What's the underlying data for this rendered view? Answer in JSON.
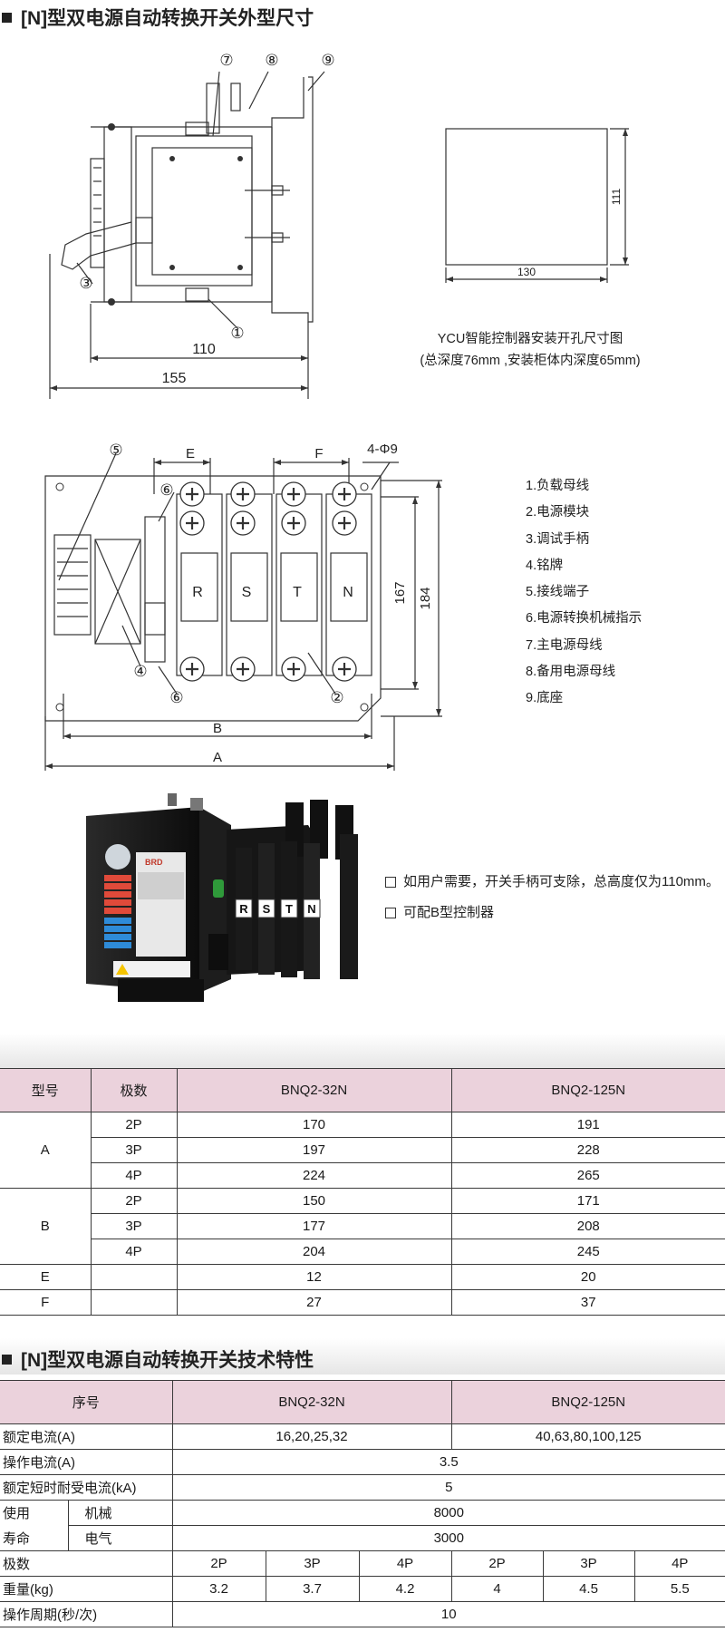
{
  "section1": {
    "title": "[N]型双电源自动转换开关外型尺寸"
  },
  "side_view": {
    "callouts": [
      "⑦",
      "⑧",
      "⑨",
      "③",
      "①"
    ],
    "dims": [
      "110",
      "155"
    ]
  },
  "cutout": {
    "dim_width": "130",
    "dim_height": "111",
    "caption_line1": "YCU智能控制器安装开孔尺寸图",
    "caption_line2": "(总深度76mm ,安装柜体内深度65mm)"
  },
  "front_view": {
    "dims": [
      "E",
      "F",
      "4-Φ9",
      "167",
      "184",
      "B",
      "A"
    ],
    "pole_labels": [
      "R",
      "S",
      "T",
      "N"
    ],
    "callouts": [
      "⑤",
      "⑥",
      "④",
      "⑥",
      "②"
    ]
  },
  "legend": [
    "1.负载母线",
    "2.电源模块",
    "3.调试手柄",
    "4.铭牌",
    "5.接线端子",
    "6.电源转换机械指示",
    "7.主电源母线",
    "8.备用电源母线",
    "9.底座"
  ],
  "photo": {
    "brand": "BRD",
    "pole_labels": [
      "R",
      "S",
      "T",
      "N"
    ]
  },
  "notes": [
    "如用户需要，开关手柄可支除，总高度仅为110mm。",
    "可配B型控制器"
  ],
  "dim_table": {
    "headers": [
      "型号",
      "极数",
      "BNQ2-32N",
      "BNQ2-125N"
    ],
    "groups": [
      {
        "label": "A",
        "rows": [
          {
            "pole": "2P",
            "v32": "170",
            "v125": "191"
          },
          {
            "pole": "3P",
            "v32": "197",
            "v125": "228"
          },
          {
            "pole": "4P",
            "v32": "224",
            "v125": "265"
          }
        ]
      },
      {
        "label": "B",
        "rows": [
          {
            "pole": "2P",
            "v32": "150",
            "v125": "171"
          },
          {
            "pole": "3P",
            "v32": "177",
            "v125": "208"
          },
          {
            "pole": "4P",
            "v32": "204",
            "v125": "245"
          }
        ]
      },
      {
        "label": "E",
        "rows": [
          {
            "pole": "",
            "v32": "12",
            "v125": "20"
          }
        ]
      },
      {
        "label": "F",
        "rows": [
          {
            "pole": "",
            "v32": "27",
            "v125": "37"
          }
        ]
      }
    ]
  },
  "section2": {
    "title": "[N]型双电源自动转换开关技术特性"
  },
  "tech_table": {
    "headers": [
      "序号",
      "BNQ2-32N",
      "BNQ2-125N"
    ],
    "rated_current": {
      "label": "额定电流(A)",
      "v32": "16,20,25,32",
      "v125": "40,63,80,100,125"
    },
    "operating_current": {
      "label": "操作电流(A)",
      "value": "3.5"
    },
    "short_time": {
      "label": "额定短时耐受电流(kA)",
      "value": "5"
    },
    "life": {
      "label_top": "使用",
      "label_bottom": "寿命",
      "mech_label": "机械",
      "mech_value": "8000",
      "elec_label": "电气",
      "elec_value": "3000"
    },
    "poles": {
      "label": "极数",
      "values": [
        "2P",
        "3P",
        "4P",
        "2P",
        "3P",
        "4P"
      ]
    },
    "weight": {
      "label": "重量(kg)",
      "values": [
        "3.2",
        "3.7",
        "4.2",
        "4",
        "4.5",
        "5.5"
      ]
    },
    "cycle": {
      "label": "操作周期(秒/次)",
      "value": "10"
    }
  }
}
